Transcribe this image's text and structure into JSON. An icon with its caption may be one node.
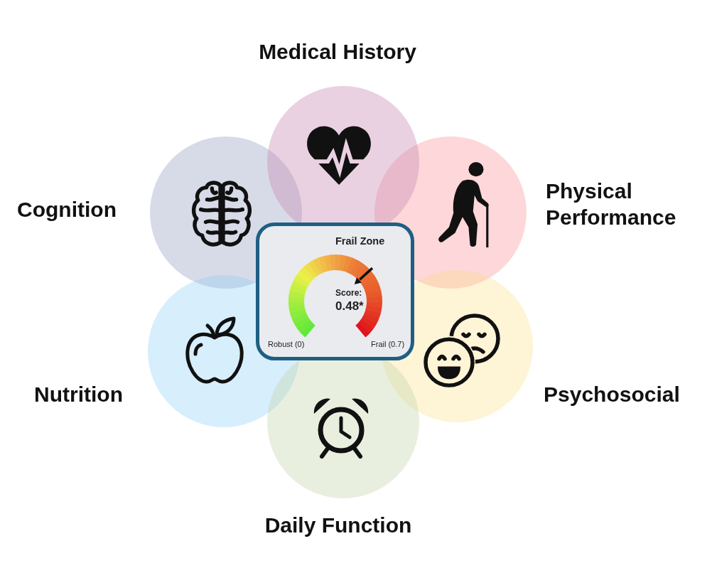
{
  "diagram": {
    "nodes": [
      {
        "text": [
          "Medical History"
        ]
      },
      {
        "text": [
          "Cognition"
        ]
      },
      {
        "text": [
          "Physical Performance"
        ]
      },
      {
        "text": [
          "Frail Zone",
          "Score:",
          "0.48*",
          "Robust (0)",
          "Frail (0.7)"
        ]
      },
      {
        "text": [
          "Nutrition"
        ]
      },
      {
        "text": [
          "Psychosocial"
        ]
      },
      {
        "text": [
          "Daily Function"
        ]
      }
    ]
  }
}
